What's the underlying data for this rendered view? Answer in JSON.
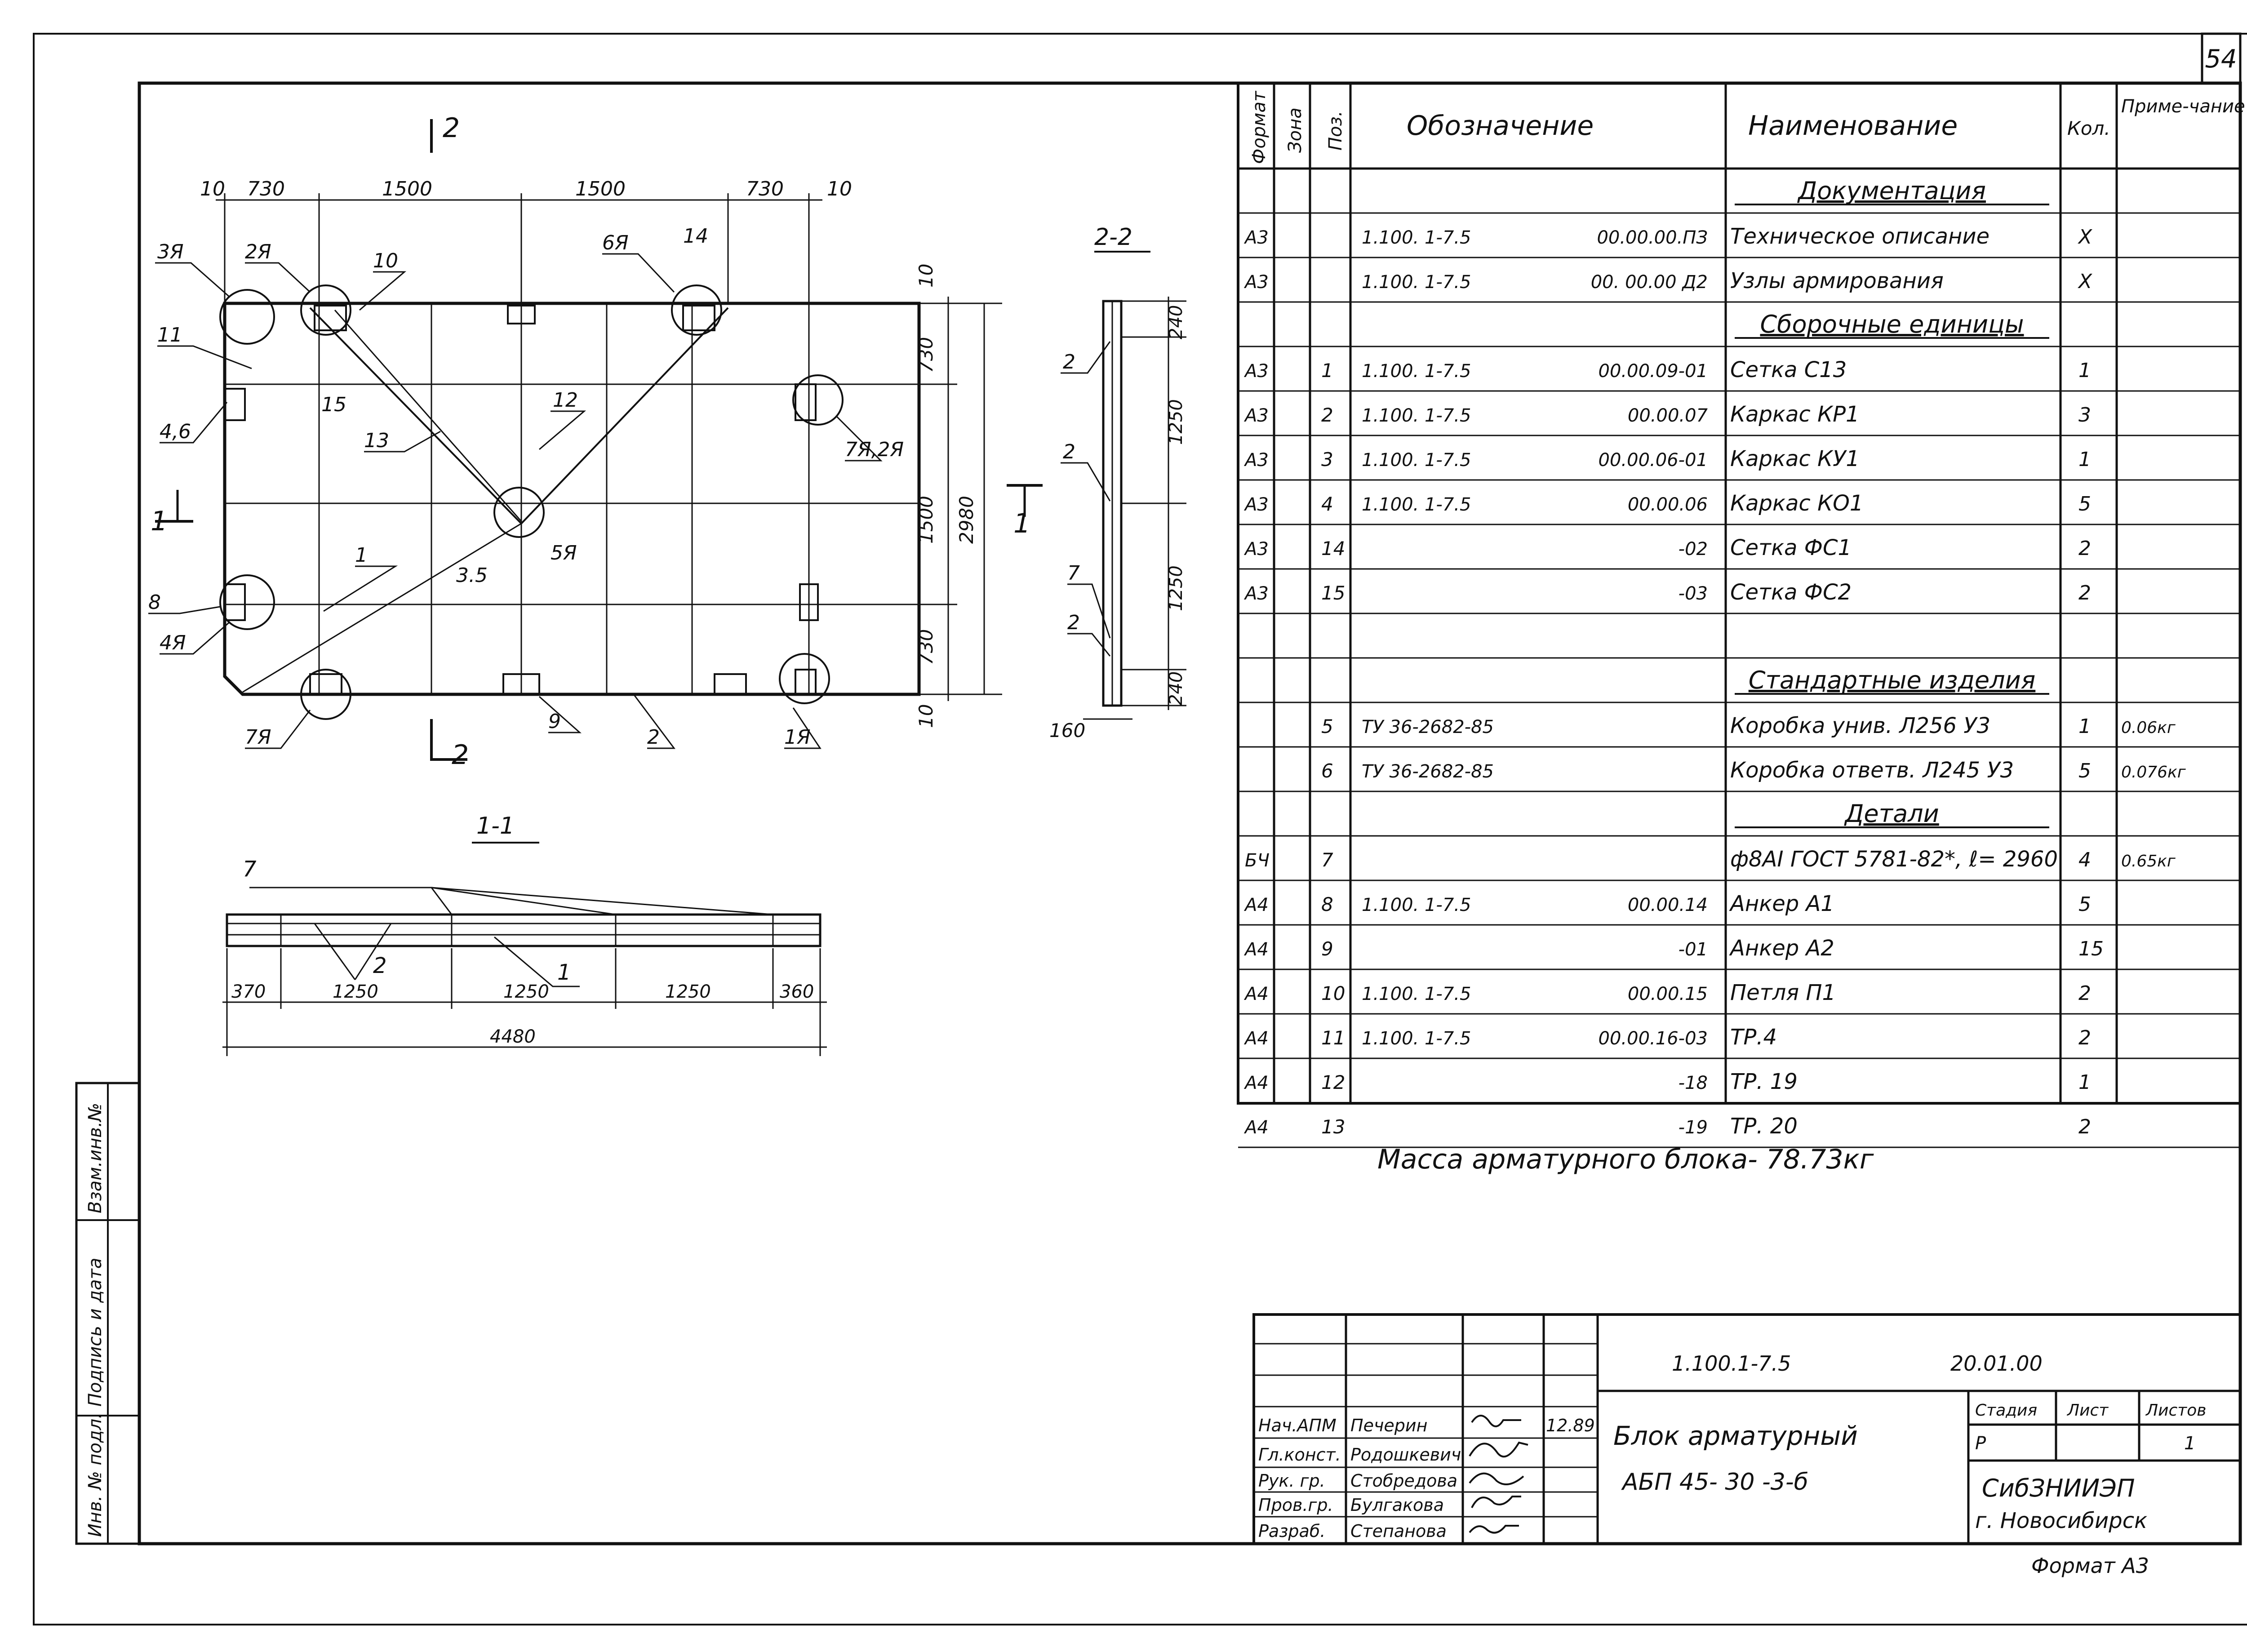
{
  "sheet_number": "54",
  "plan_view": {
    "section_marks": {
      "top": "2",
      "bottom": "2",
      "left": "1",
      "right": "1"
    },
    "dims_top": [
      "10",
      "730",
      "1500",
      "1500",
      "730",
      "10"
    ],
    "dims_right": [
      "10",
      "730",
      "1500",
      "730",
      "10"
    ],
    "dim_total_height": "2980",
    "callouts": [
      "3Я",
      "2Я",
      "10",
      "6Я",
      "14",
      "11",
      "4,6",
      "15",
      "12",
      "13",
      "7Я,2Я",
      "3.5",
      "5Я",
      "1",
      "8",
      "4Я",
      "7Я",
      "9",
      "2",
      "1Я"
    ]
  },
  "section_2_2": {
    "title": "2-2",
    "dims": [
      "240",
      "1250",
      "1250",
      "240"
    ],
    "bottom_dim": "160",
    "labels": [
      "2",
      "2",
      "7",
      "2"
    ]
  },
  "section_1_1": {
    "title": "1-1",
    "dims": [
      "370",
      "1250",
      "1250",
      "1250",
      "360"
    ],
    "total": "4480",
    "labels": [
      "7",
      "2",
      "1"
    ]
  },
  "spec_table": {
    "headers": {
      "format": "Формат",
      "zone": "Зона",
      "pos": "Поз.",
      "designation": "Обозначение",
      "name": "Наименование",
      "qty": "Кол.",
      "note": "Приме-чание"
    },
    "rows": [
      {
        "kind": "section",
        "name": "Документация"
      },
      {
        "format": "А3",
        "pos": "",
        "des_a": "1.100. 1-7.5",
        "des_b": "00.00.00.ПЗ",
        "name": "Техническое описание",
        "qty": "Х",
        "note": ""
      },
      {
        "format": "А3",
        "pos": "",
        "des_a": "1.100. 1-7.5",
        "des_b": "00. 00.00 Д2",
        "name": "Узлы армирования",
        "qty": "Х",
        "note": ""
      },
      {
        "kind": "section",
        "name": "Сборочные единицы"
      },
      {
        "format": "А3",
        "pos": "1",
        "des_a": "1.100. 1-7.5",
        "des_b": "00.00.09-01",
        "name": "Сетка С13",
        "qty": "1",
        "note": ""
      },
      {
        "format": "А3",
        "pos": "2",
        "des_a": "1.100. 1-7.5",
        "des_b": "00.00.07",
        "name": "Каркас КР1",
        "qty": "3",
        "note": ""
      },
      {
        "format": "А3",
        "pos": "3",
        "des_a": "1.100. 1-7.5",
        "des_b": "00.00.06-01",
        "name": "Каркас КУ1",
        "qty": "1",
        "note": ""
      },
      {
        "format": "А3",
        "pos": "4",
        "des_a": "1.100. 1-7.5",
        "des_b": "00.00.06",
        "name": "Каркас КО1",
        "qty": "5",
        "note": ""
      },
      {
        "format": "А3",
        "pos": "14",
        "des_a": "",
        "des_b": "-02",
        "name": "Сетка ФС1",
        "qty": "2",
        "note": ""
      },
      {
        "format": "А3",
        "pos": "15",
        "des_a": "",
        "des_b": "-03",
        "name": "Сетка ФС2",
        "qty": "2",
        "note": ""
      },
      {
        "kind": "blank"
      },
      {
        "kind": "section",
        "name": "Стандартные изделия"
      },
      {
        "format": "",
        "pos": "5",
        "des_a": "ТУ 36-2682-85",
        "des_b": "",
        "name": "Коробка унив. Л256 У3",
        "qty": "1",
        "note": "0.06кг"
      },
      {
        "format": "",
        "pos": "6",
        "des_a": "ТУ 36-2682-85",
        "des_b": "",
        "name": "Коробка ответв. Л245 У3",
        "qty": "5",
        "note": "0.076кг"
      },
      {
        "kind": "section",
        "name": "Детали"
      },
      {
        "format": "БЧ",
        "pos": "7",
        "des_a": "",
        "des_b": "",
        "name": "ф8АI ГОСТ 5781-82*, ℓ= 2960",
        "qty": "4",
        "note": "0.65кг"
      },
      {
        "format": "А4",
        "pos": "8",
        "des_a": "1.100. 1-7.5",
        "des_b": "00.00.14",
        "name": "Анкер А1",
        "qty": "5",
        "note": ""
      },
      {
        "format": "А4",
        "pos": "9",
        "des_a": "",
        "des_b": "-01",
        "name": "Анкер А2",
        "qty": "15",
        "note": ""
      },
      {
        "format": "А4",
        "pos": "10",
        "des_a": "1.100. 1-7.5",
        "des_b": "00.00.15",
        "name": "Петля П1",
        "qty": "2",
        "note": ""
      },
      {
        "format": "А4",
        "pos": "11",
        "des_a": "1.100. 1-7.5",
        "des_b": "00.00.16-03",
        "name": "ТР.4",
        "qty": "2",
        "note": ""
      },
      {
        "format": "А4",
        "pos": "12",
        "des_a": "",
        "des_b": "-18",
        "name": "ТР. 19",
        "qty": "1",
        "note": ""
      },
      {
        "format": "А4",
        "pos": "13",
        "des_a": "",
        "des_b": "-19",
        "name": "ТР. 20",
        "qty": "2",
        "note": ""
      }
    ]
  },
  "mass_note": "Масса арматурного блока- 78.73кг",
  "title_block": {
    "code": "1.100.1-7.5",
    "code_suffix": "20.01.00",
    "title_line1": "Блок арматурный",
    "title_line2": "АБП 45- 30 -3-б",
    "stage_label": "Стадия",
    "sheet_label": "Лист",
    "sheets_label": "Листов",
    "stage": "Р",
    "sheets": "1",
    "org_line1": "СибЗНИИЭП",
    "org_line2": "г. Новосибирск",
    "signatures": [
      {
        "role": "Нач.АПМ",
        "name": "Печерин",
        "date": "12.89"
      },
      {
        "role": "Гл.конст.",
        "name": "Родошкевич",
        "date": ""
      },
      {
        "role": "Рук. гр.",
        "name": "Стобредова",
        "date": ""
      },
      {
        "role": "Пров.гр.",
        "name": "Булгакова",
        "date": ""
      },
      {
        "role": "Разраб.",
        "name": "Степанова",
        "date": ""
      }
    ]
  },
  "side_stamp": [
    "Инв. № подл.",
    "Подпись и дата",
    "Взам.инв.№"
  ],
  "format_note": "Формат А3"
}
